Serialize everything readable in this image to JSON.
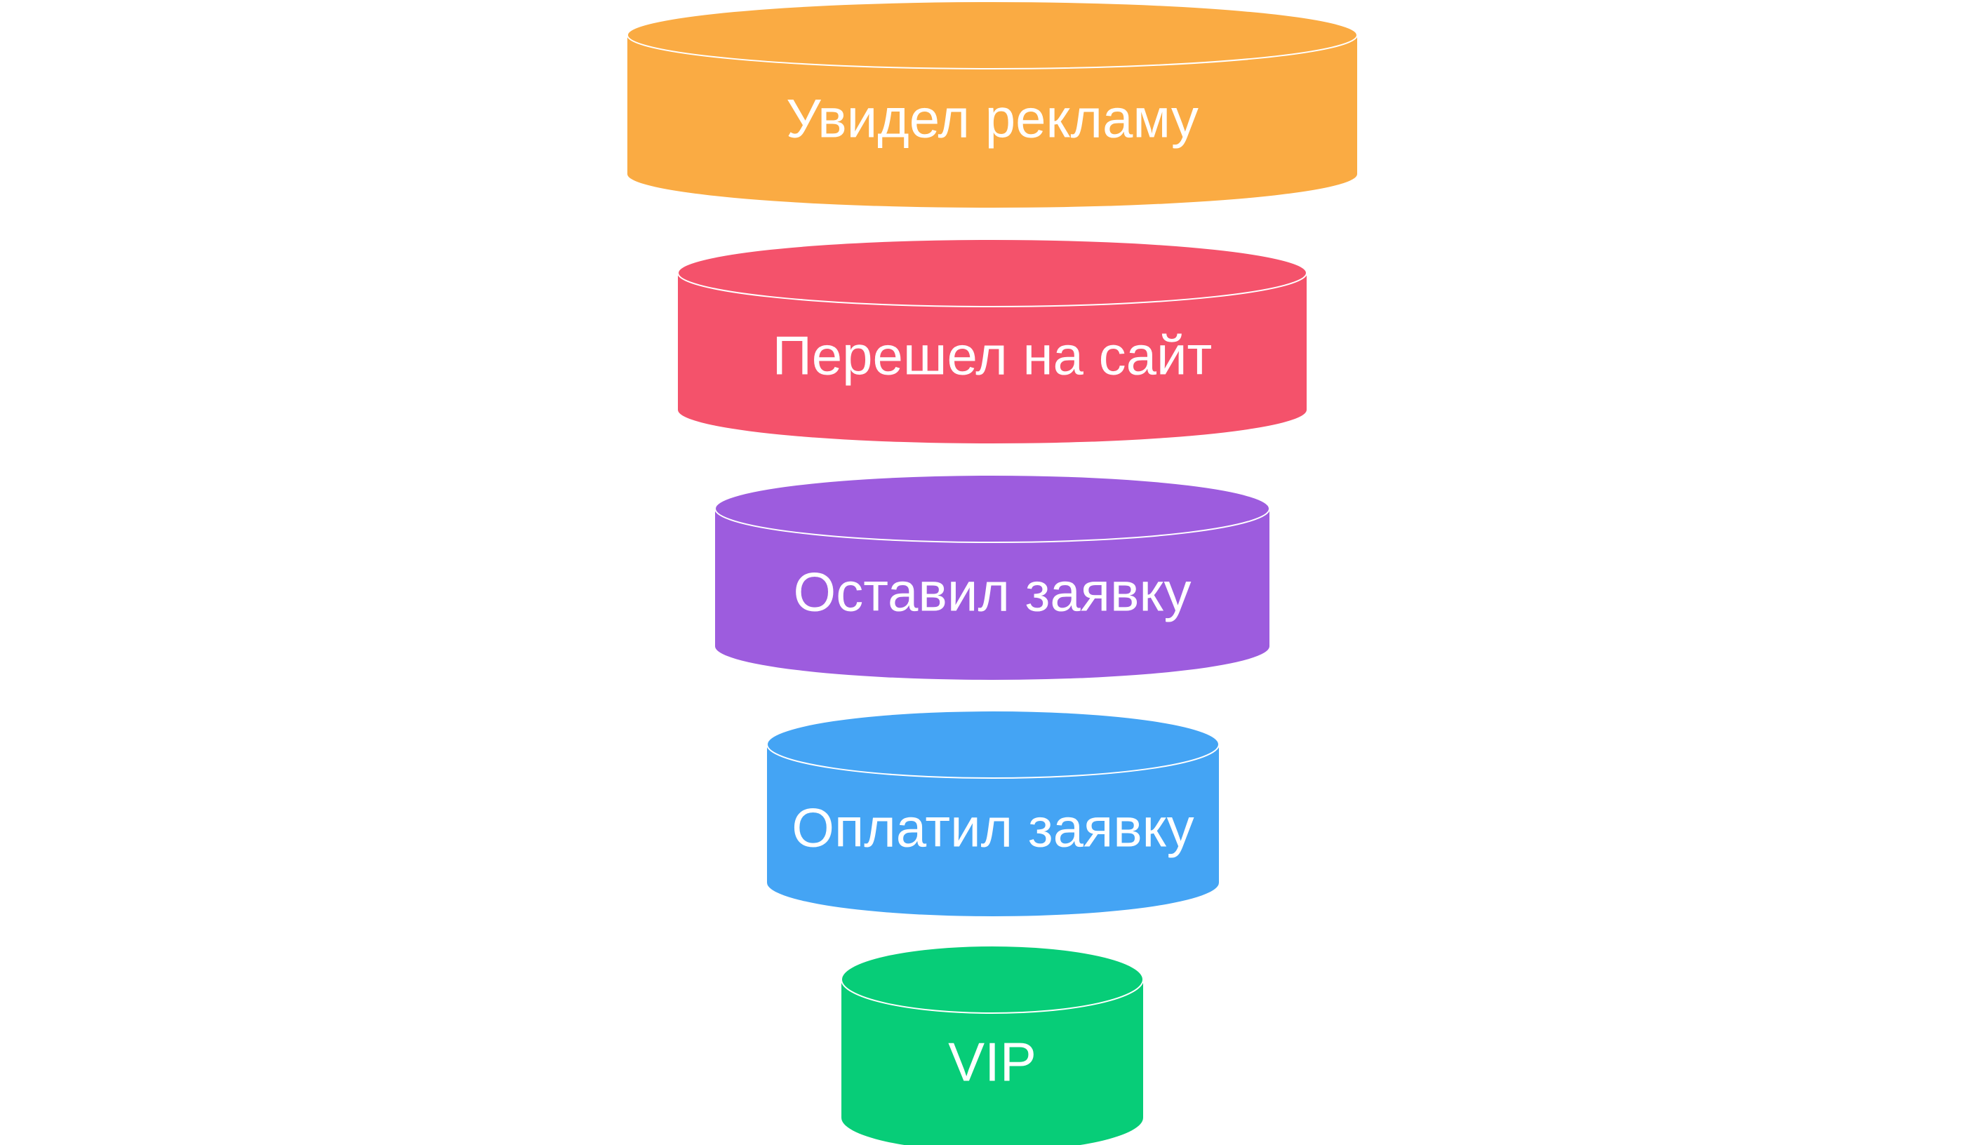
{
  "funnel": {
    "stages": [
      {
        "label": "Увидел рекламу",
        "color": "#FAAB43"
      },
      {
        "label": "Перешел на сайт",
        "color": "#F4526B"
      },
      {
        "label": "Оставил заявку",
        "color": "#9D5CDE"
      },
      {
        "label": "Оплатил заявку",
        "color": "#44A4F4"
      },
      {
        "label": "VIP",
        "color": "#07CD78"
      }
    ]
  }
}
